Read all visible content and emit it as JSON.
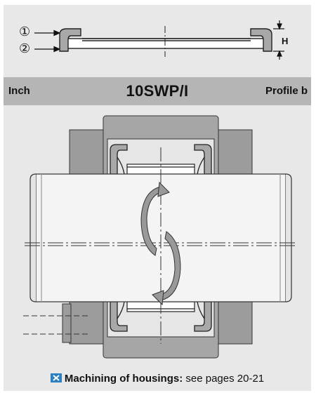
{
  "top_diagram": {
    "marker_1": "①",
    "marker_2": "②",
    "height_label": "H"
  },
  "header_band": {
    "left_label": "Inch",
    "title": "10SWP/I",
    "right_label": "Profile b"
  },
  "footer": {
    "link_label": "Machining of housings",
    "separator": ":",
    "text": " see pages 20-21"
  },
  "colors": {
    "panel_bg": "#e8e8e8",
    "band_bg": "#b5b5b5",
    "housing": "#9c9c9c",
    "shaft": "#f2f2f2",
    "icon_blue": "#2c7fc1"
  }
}
